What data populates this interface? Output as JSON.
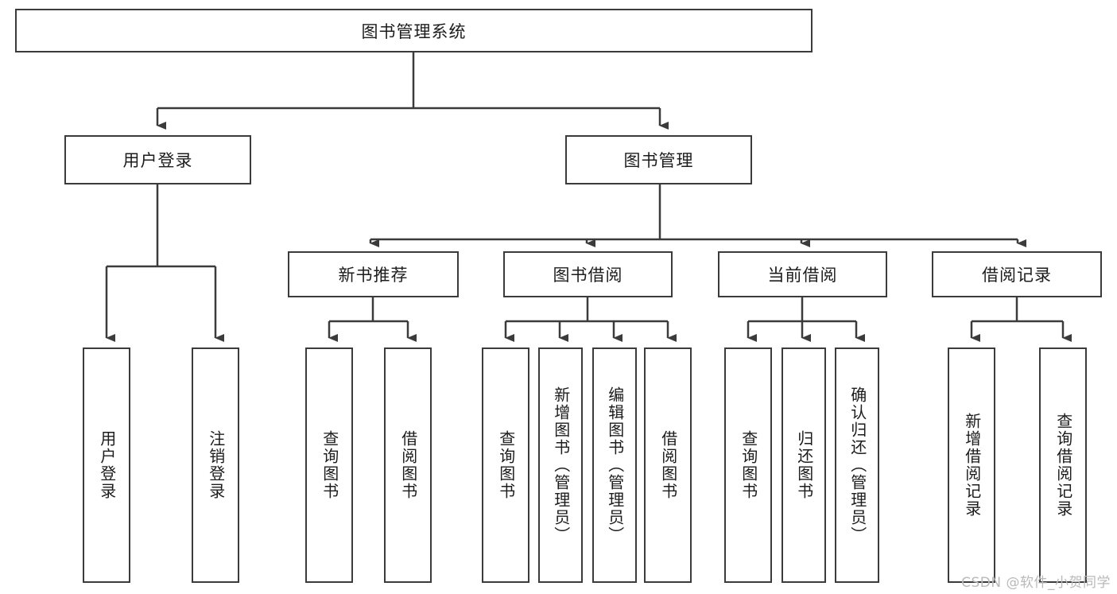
{
  "diagram": {
    "title": "图书管理系统",
    "type": "hierarchy-tree",
    "watermark": "CSDN @软件_小贺同学",
    "colors": {
      "stroke": "#3b3b3b",
      "box_fill": "#ffffff",
      "text": "#1c1c1c",
      "watermark": "#b9b9b9",
      "background": "#ffffff"
    },
    "root": {
      "label": "图书管理系统"
    },
    "level2": [
      {
        "label": "用户登录"
      },
      {
        "label": "图书管理"
      }
    ],
    "level3": [
      {
        "label": "新书推荐"
      },
      {
        "label": "图书借阅"
      },
      {
        "label": "当前借阅"
      },
      {
        "label": "借阅记录"
      }
    ],
    "leaves": {
      "user_login": [
        {
          "label": "用户登录"
        },
        {
          "label": "注销登录"
        }
      ],
      "new_book_recommend": [
        {
          "label": "查询图书"
        },
        {
          "label": "借阅图书"
        }
      ],
      "book_borrow": [
        {
          "label": "查询图书"
        },
        {
          "label": "新增图书（管理员）"
        },
        {
          "label": "编辑图书（管理员）"
        },
        {
          "label": "借阅图书"
        }
      ],
      "current_borrow": [
        {
          "label": "查询图书"
        },
        {
          "label": "归还图书"
        },
        {
          "label": "确认归还（管理员）"
        }
      ],
      "borrow_record": [
        {
          "label": "新增借阅记录"
        },
        {
          "label": "查询借阅记录"
        }
      ]
    }
  }
}
